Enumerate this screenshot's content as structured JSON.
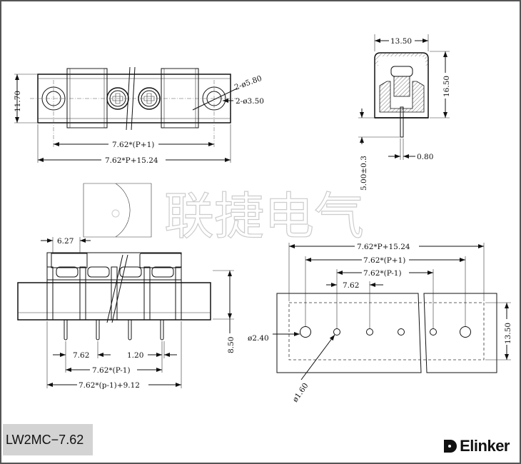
{
  "top_view": {
    "dim_height": "11.70",
    "dim_pitch_span": "7.62*(P+1)",
    "dim_total": "7.62*P+15.24",
    "dim_hole_outer": "2-ø5.80",
    "dim_hole_inner": "2-ø3.50"
  },
  "side_view": {
    "dim_width": "13.50",
    "dim_height": "16.50",
    "dim_pin_length": "5.00±0.3",
    "dim_pin_width": "0.80"
  },
  "watermark": {
    "text": "联捷电气"
  },
  "front_view": {
    "dim_top": "6.27",
    "dim_pin_length": "8.50",
    "dim_pitch": "7.62",
    "dim_pin_dia": "1.20",
    "dim_pitch_span": "7.62*(P-1)",
    "dim_total": "7.62*(p-1)+9.12"
  },
  "pcb_layout": {
    "dim_total": "7.62*P+15.24",
    "dim_mount_span": "7.62*(P+1)",
    "dim_pin_span": "7.62*(P-1)",
    "dim_pitch": "7.62",
    "dim_height": "13.50",
    "dim_mount_hole": "ø2.40",
    "dim_pin_hole": "ø1.60"
  },
  "footer": {
    "model": "LW2MC−7.62",
    "brand": "Elinker",
    "brand_icon": "elinker-logo-icon"
  }
}
